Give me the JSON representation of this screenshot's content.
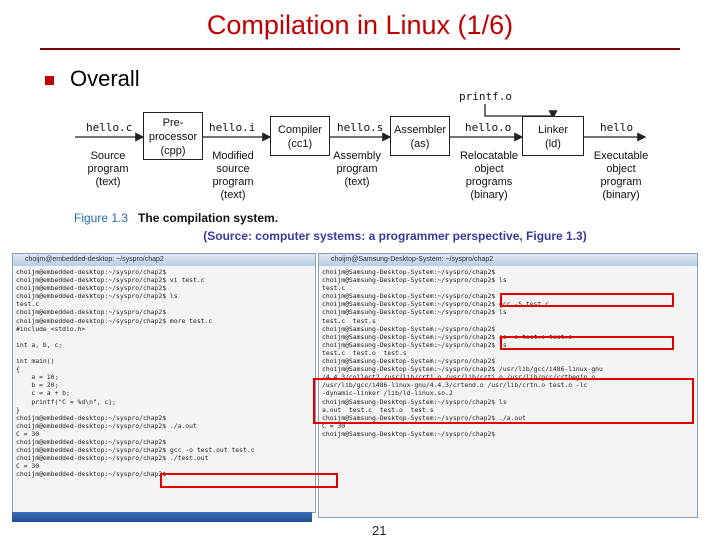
{
  "slide": {
    "title": "Compilation in Linux (1/6)",
    "bullet": "Overall",
    "page_number": "21"
  },
  "figure": {
    "input_printf": "printf.o",
    "stages": [
      {
        "box": "Pre-\nprocessor\n(cpp)"
      },
      {
        "box": "Compiler\n(cc1)"
      },
      {
        "box": "Assembler\n(as)"
      },
      {
        "box": "Linker\n(ld)"
      }
    ],
    "files": [
      {
        "name": "hello.c",
        "desc": "Source\nprogram\n(text)"
      },
      {
        "name": "hello.i",
        "desc": "Modified\nsource\nprogram\n(text)"
      },
      {
        "name": "hello.s",
        "desc": "Assembly\nprogram\n(text)"
      },
      {
        "name": "hello.o",
        "desc": "Relocatable\nobject\nprograms\n(binary)"
      },
      {
        "name": "hello",
        "desc": "Executable\nobject\nprogram\n(binary)"
      }
    ],
    "caption_number": "Figure 1.3",
    "caption_title": "The compilation system."
  },
  "source_note": "(Source: computer systems: a programmer perspective, Figure 1.3)",
  "left_terminal": {
    "title": "choijm@embedded-desktop: ~/syspro/chap2",
    "lines": [
      "choijm@embedded-desktop:~/syspro/chap2$",
      "choijm@embedded-desktop:~/syspro/chap2$ vi test.c",
      "choijm@embedded-desktop:~/syspro/chap2$",
      "choijm@embedded-desktop:~/syspro/chap2$ ls",
      "test.c",
      "choijm@embedded-desktop:~/syspro/chap2$",
      "choijm@embedded-desktop:~/syspro/chap2$ more test.c",
      "#include <stdio.h>",
      "",
      "int a, b, c;",
      "",
      "int main()",
      "{",
      "    a = 10;",
      "    b = 20;",
      "    c = a + b;",
      "    printf(\"C = %d\\n\", c);",
      "}",
      "choijm@embedded-desktop:~/syspro/chap2$",
      "choijm@embedded-desktop:~/syspro/chap2$ ./a.out",
      "C = 30",
      "choijm@embedded-desktop:~/syspro/chap2$",
      "choijm@embedded-desktop:~/syspro/chap2$ gcc -o test.out test.c",
      "choijm@embedded-desktop:~/syspro/chap2$ ./test.out",
      "C = 30",
      "choijm@embedded-desktop:~/syspro/chap2$"
    ]
  },
  "right_terminal": {
    "title": "choijm@Samsung-Desktop-System: ~/syspro/chap2",
    "lines": [
      "choijm@Samsung-Desktop-System:~/syspro/chap2$",
      "choijm@Samsung-Desktop-System:~/syspro/chap2$ ls",
      "test.c",
      "choijm@Samsung-Desktop-System:~/syspro/chap2$",
      "choijm@Samsung-Desktop-System:~/syspro/chap2$ gcc -S test.c",
      "choijm@Samsung-Desktop-System:~/syspro/chap2$ ls",
      "test.c  test.s",
      "choijm@Samsung-Desktop-System:~/syspro/chap2$",
      "choijm@Samsung-Desktop-System:~/syspro/chap2$ as -o test.o test.s",
      "choijm@Samsung-Desktop-System:~/syspro/chap2$ ls",
      "test.c  test.o  test.s",
      "choijm@Samsung-Desktop-System:~/syspro/chap2$",
      "choijm@Samsung-Desktop-System:~/syspro/chap2$ /usr/lib/gcc/i486-linux-gnu",
      "/4.4.3/collect2 /usr/lib/crt1.o /usr/lib/crti.o /usr/lib/gcc/crtbegin.o",
      "/usr/lib/gcc/i486-linux-gnu/4.4.3/crtend.o /usr/lib/crtn.o test.o -lc",
      "-dynamic-linker /lib/ld-linux.so.2",
      "choijm@Samsung-Desktop-System:~/syspro/chap2$ ls",
      "a.out  test.c  test.o  test.s",
      "choijm@Samsung-Desktop-System:~/syspro/chap2$ ./a.out",
      "C = 30",
      "choijm@Samsung-Desktop-System:~/syspro/chap2$"
    ]
  }
}
